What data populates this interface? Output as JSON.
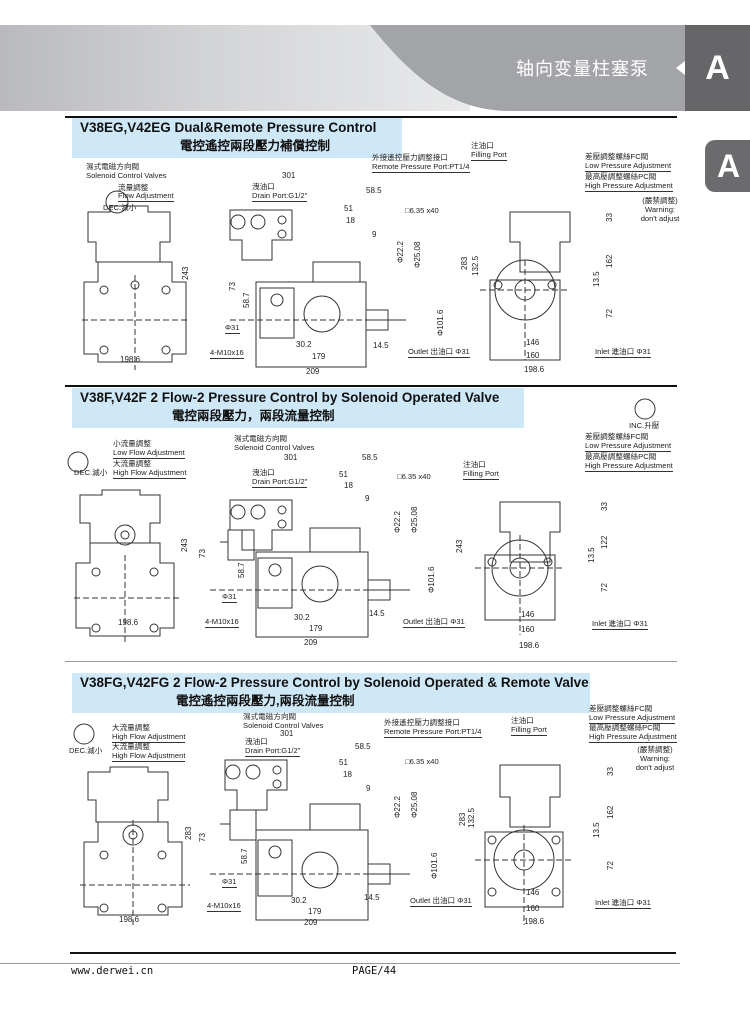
{
  "header": {
    "title": "軸向變量柱塞泵",
    "title_display": "轴向变量柱塞泵",
    "tab_letter": "A",
    "side_tab_letter": "A"
  },
  "sections": [
    {
      "title_en": "V38EG,V42EG Dual&Remote Pressure Control",
      "title_zh": "電控遙控兩段壓力補償控制",
      "labels": {
        "solenoid_zh": "濕式電磁方向閥",
        "solenoid_en": "Solenoid Control Valves",
        "flow_zh": "流量調整",
        "flow_en": "Flow Adjustment",
        "dec": "DEC.減小",
        "drain_zh": "洩油口",
        "drain_en": "Drain Port:G1/2\"",
        "remote_zh": "外接遙控壓力調整接口",
        "remote_en": "Remote Pressure Port:PT1/4",
        "filling_zh": "注油口",
        "filling_en": "Filling Port",
        "low_zh": "差壓調整螺絲FC閥",
        "low_en": "Low Pressure Adjustment",
        "high_zh": "最高壓調整螺絲PC閥",
        "high_en": "High Pressure Adjustment",
        "warn_zh": "(嚴禁調整)",
        "warn_en1": "Warning:",
        "warn_en2": "don't adjust",
        "outlet": "Outlet 出油口 Φ31",
        "inlet": "Inlet 進油口 Φ31",
        "phi31": "Φ31",
        "m10": "4-M10x16",
        "key": "□6.35 x40"
      },
      "dims": {
        "d301": "301",
        "d585": "58.5",
        "d51": "51",
        "d18": "18",
        "d9": "9",
        "d243": "243",
        "d73": "73",
        "d587": "58.7",
        "d302": "30.2",
        "d179": "179",
        "d209": "209",
        "d145": "14.5",
        "d1986a": "198.6",
        "d222": "Φ22.2",
        "d2508": "Φ25.08",
        "d1016": "Φ101.6",
        "d283": "283",
        "d1325": "132.5",
        "d33": "33",
        "d162": "162",
        "d135": "13.5",
        "d72": "72",
        "d146": "146",
        "d160": "160",
        "d1986b": "198.6"
      }
    },
    {
      "title_en": "V38F,V42F 2 Flow-2 Pressure Control by Solenoid Operated Valve",
      "title_zh": "電控兩段壓力，兩段流量控制",
      "labels": {
        "solenoid_zh": "濕式電磁方向閥",
        "solenoid_en": "Solenoid Control Valves",
        "lowflow_zh": "小流量調整",
        "lowflow_en": "Low Flow Adjustment",
        "highflow_zh": "大流量調整",
        "highflow_en": "High Flow Adjustment",
        "dec": "DEC.減小",
        "inc": "INC.升壓",
        "drain_zh": "洩油口",
        "drain_en": "Drain Port:G1/2\"",
        "filling_zh": "注油口",
        "filling_en": "Filling Port",
        "low_zh": "差壓調整螺絲FC閥",
        "low_en": "Low Pressure Adjustment",
        "high_zh": "最高壓調整螺絲PC閥",
        "high_en": "High Pressure Adjustment",
        "outlet": "Outlet 出油口 Φ31",
        "inlet": "Inlet 進油口 Φ31",
        "phi31": "Φ31",
        "m10": "4-M10x16",
        "key": "□6.35 x40"
      },
      "dims": {
        "d301": "301",
        "d585": "58.5",
        "d51": "51",
        "d18": "18",
        "d9": "9",
        "d243": "243",
        "d73": "73",
        "d587": "58.7",
        "d302": "30.2",
        "d179": "179",
        "d209": "209",
        "d145": "14.5",
        "d1986a": "198.6",
        "d222": "Φ22.2",
        "d2508": "Φ25.08",
        "d1016": "Φ101.6",
        "d243b": "243",
        "d33": "33",
        "d122": "122",
        "d135": "13.5",
        "d72": "72",
        "d146": "146",
        "d160": "160",
        "d1986b": "198.6"
      }
    },
    {
      "title_en": "V38FG,V42FG 2 Flow-2 Pressure Control by Solenoid Operated & Remote Valve",
      "title_zh": "電控遙控兩段壓力,兩段流量控制",
      "labels": {
        "solenoid_zh": "濕式電磁方向閥",
        "solenoid_en": "Solenoid Control Valves",
        "highflow1_zh": "大流量調整",
        "highflow1_en": "High Flow Adjustment",
        "highflow2_zh": "大流量調整",
        "highflow2_en": "High Flow Adjustment",
        "dec": "DEC.減小",
        "drain_zh": "洩油口",
        "drain_en": "Drain Port:G1/2\"",
        "remote_zh": "外接遙控壓力調整接口",
        "remote_en": "Remote Pressure Port:PT1/4",
        "filling_zh": "注油口",
        "filling_en": "Filling Port",
        "low_zh": "差壓調整螺絲FC閥",
        "low_en": "Low Pressure Adjustment",
        "high_zh": "最高壓調整螺絲PC閥",
        "high_en": "High Pressure Adjustment",
        "warn_zh": "(嚴禁調整)",
        "warn_en1": "Warning:",
        "warn_en2": "don't adjust",
        "outlet": "Outlet 出油口 Φ31",
        "inlet": "Inlet 進油口 Φ31",
        "phi31": "Φ31",
        "m10": "4-M10x16",
        "key": "□6.35 x40"
      },
      "dims": {
        "d301": "301",
        "d585": "58.5",
        "d51": "51",
        "d18": "18",
        "d9": "9",
        "d283": "283",
        "d73": "73",
        "d587": "58.7",
        "d302": "30.2",
        "d179": "179",
        "d209": "209",
        "d145": "14.5",
        "d1986a": "198.6",
        "d222": "Φ22.2",
        "d2508": "Φ25.08",
        "d1016": "Φ101.6",
        "d283b": "283",
        "d1325": "132.5",
        "d33": "33",
        "d162": "162",
        "d135": "13.5",
        "d72": "72",
        "d146": "146",
        "d160": "160",
        "d1986b": "198.6"
      }
    }
  ],
  "footer": {
    "website": "www.derwei.cn",
    "page": "PAGE/44"
  }
}
